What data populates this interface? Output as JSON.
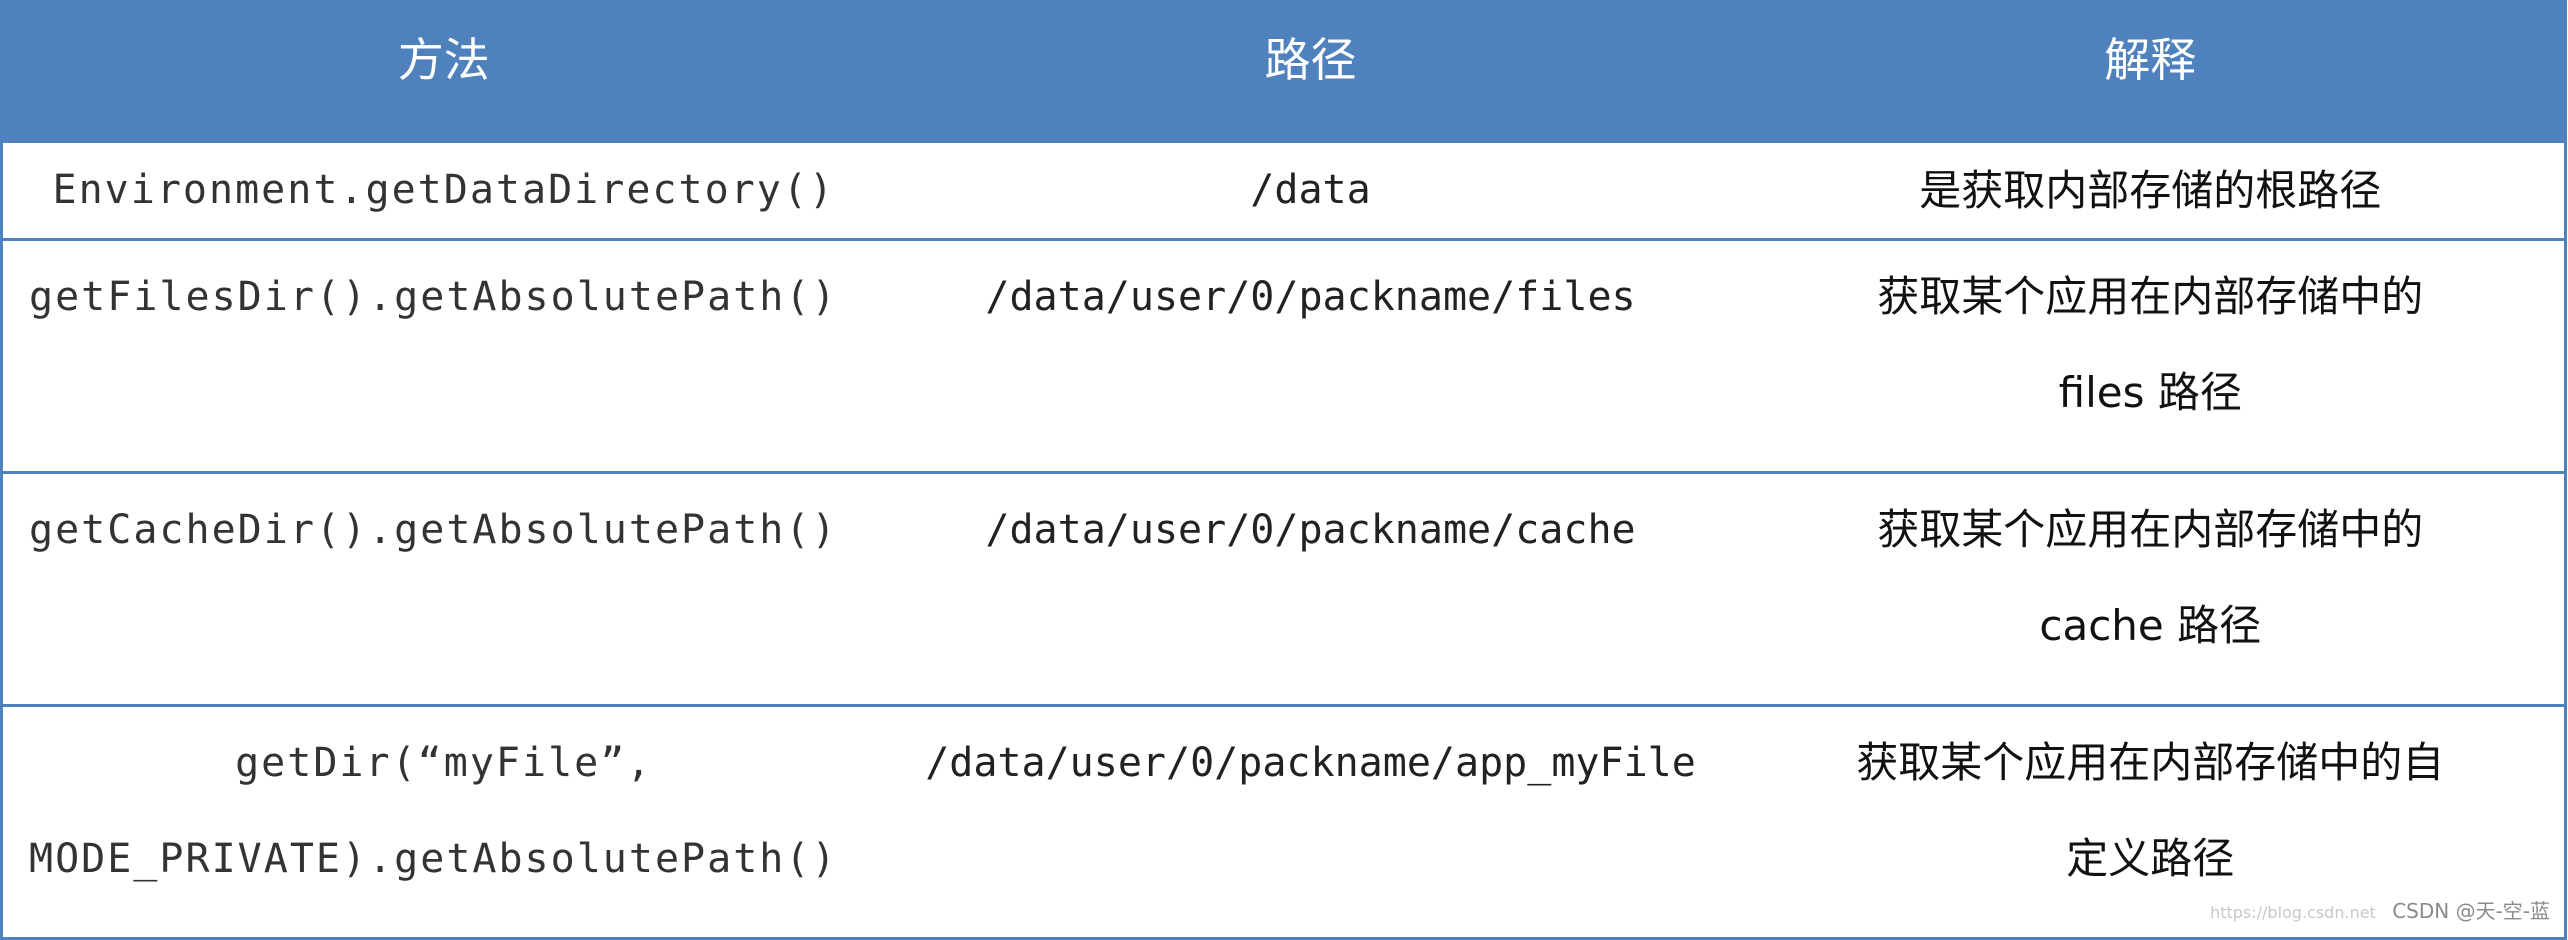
{
  "table": {
    "headers": [
      "方法",
      "路径",
      "解释"
    ],
    "rows": [
      {
        "method": [
          "Environment.getDataDirectory()"
        ],
        "path": [
          "/data"
        ],
        "description": [
          "是获取内部存储的根路径"
        ]
      },
      {
        "method": [
          "getFilesDir().getAbsolutePath()"
        ],
        "path": [
          "/data/user/0/packname/files"
        ],
        "description": [
          "获取某个应用在内部存储中的",
          "files 路径"
        ]
      },
      {
        "method": [
          "getCacheDir().getAbsolutePath()"
        ],
        "path": [
          "/data/user/0/packname/cache"
        ],
        "description": [
          "获取某个应用在内部存储中的",
          "cache 路径"
        ]
      },
      {
        "method": [
          "getDir(“myFile”,",
          "MODE_PRIVATE).getAbsolutePath()"
        ],
        "path": [
          "/data/user/0/packname/app_myFile"
        ],
        "description": [
          "获取某个应用在内部存储中的自",
          "定义路径"
        ]
      }
    ]
  },
  "watermark": {
    "url": "https://blog.csdn.net",
    "text": "CSDN @天-空-蓝"
  },
  "colors": {
    "header_background": "#4f81bd",
    "header_text": "#ffffff",
    "border": "#4f81bd"
  }
}
